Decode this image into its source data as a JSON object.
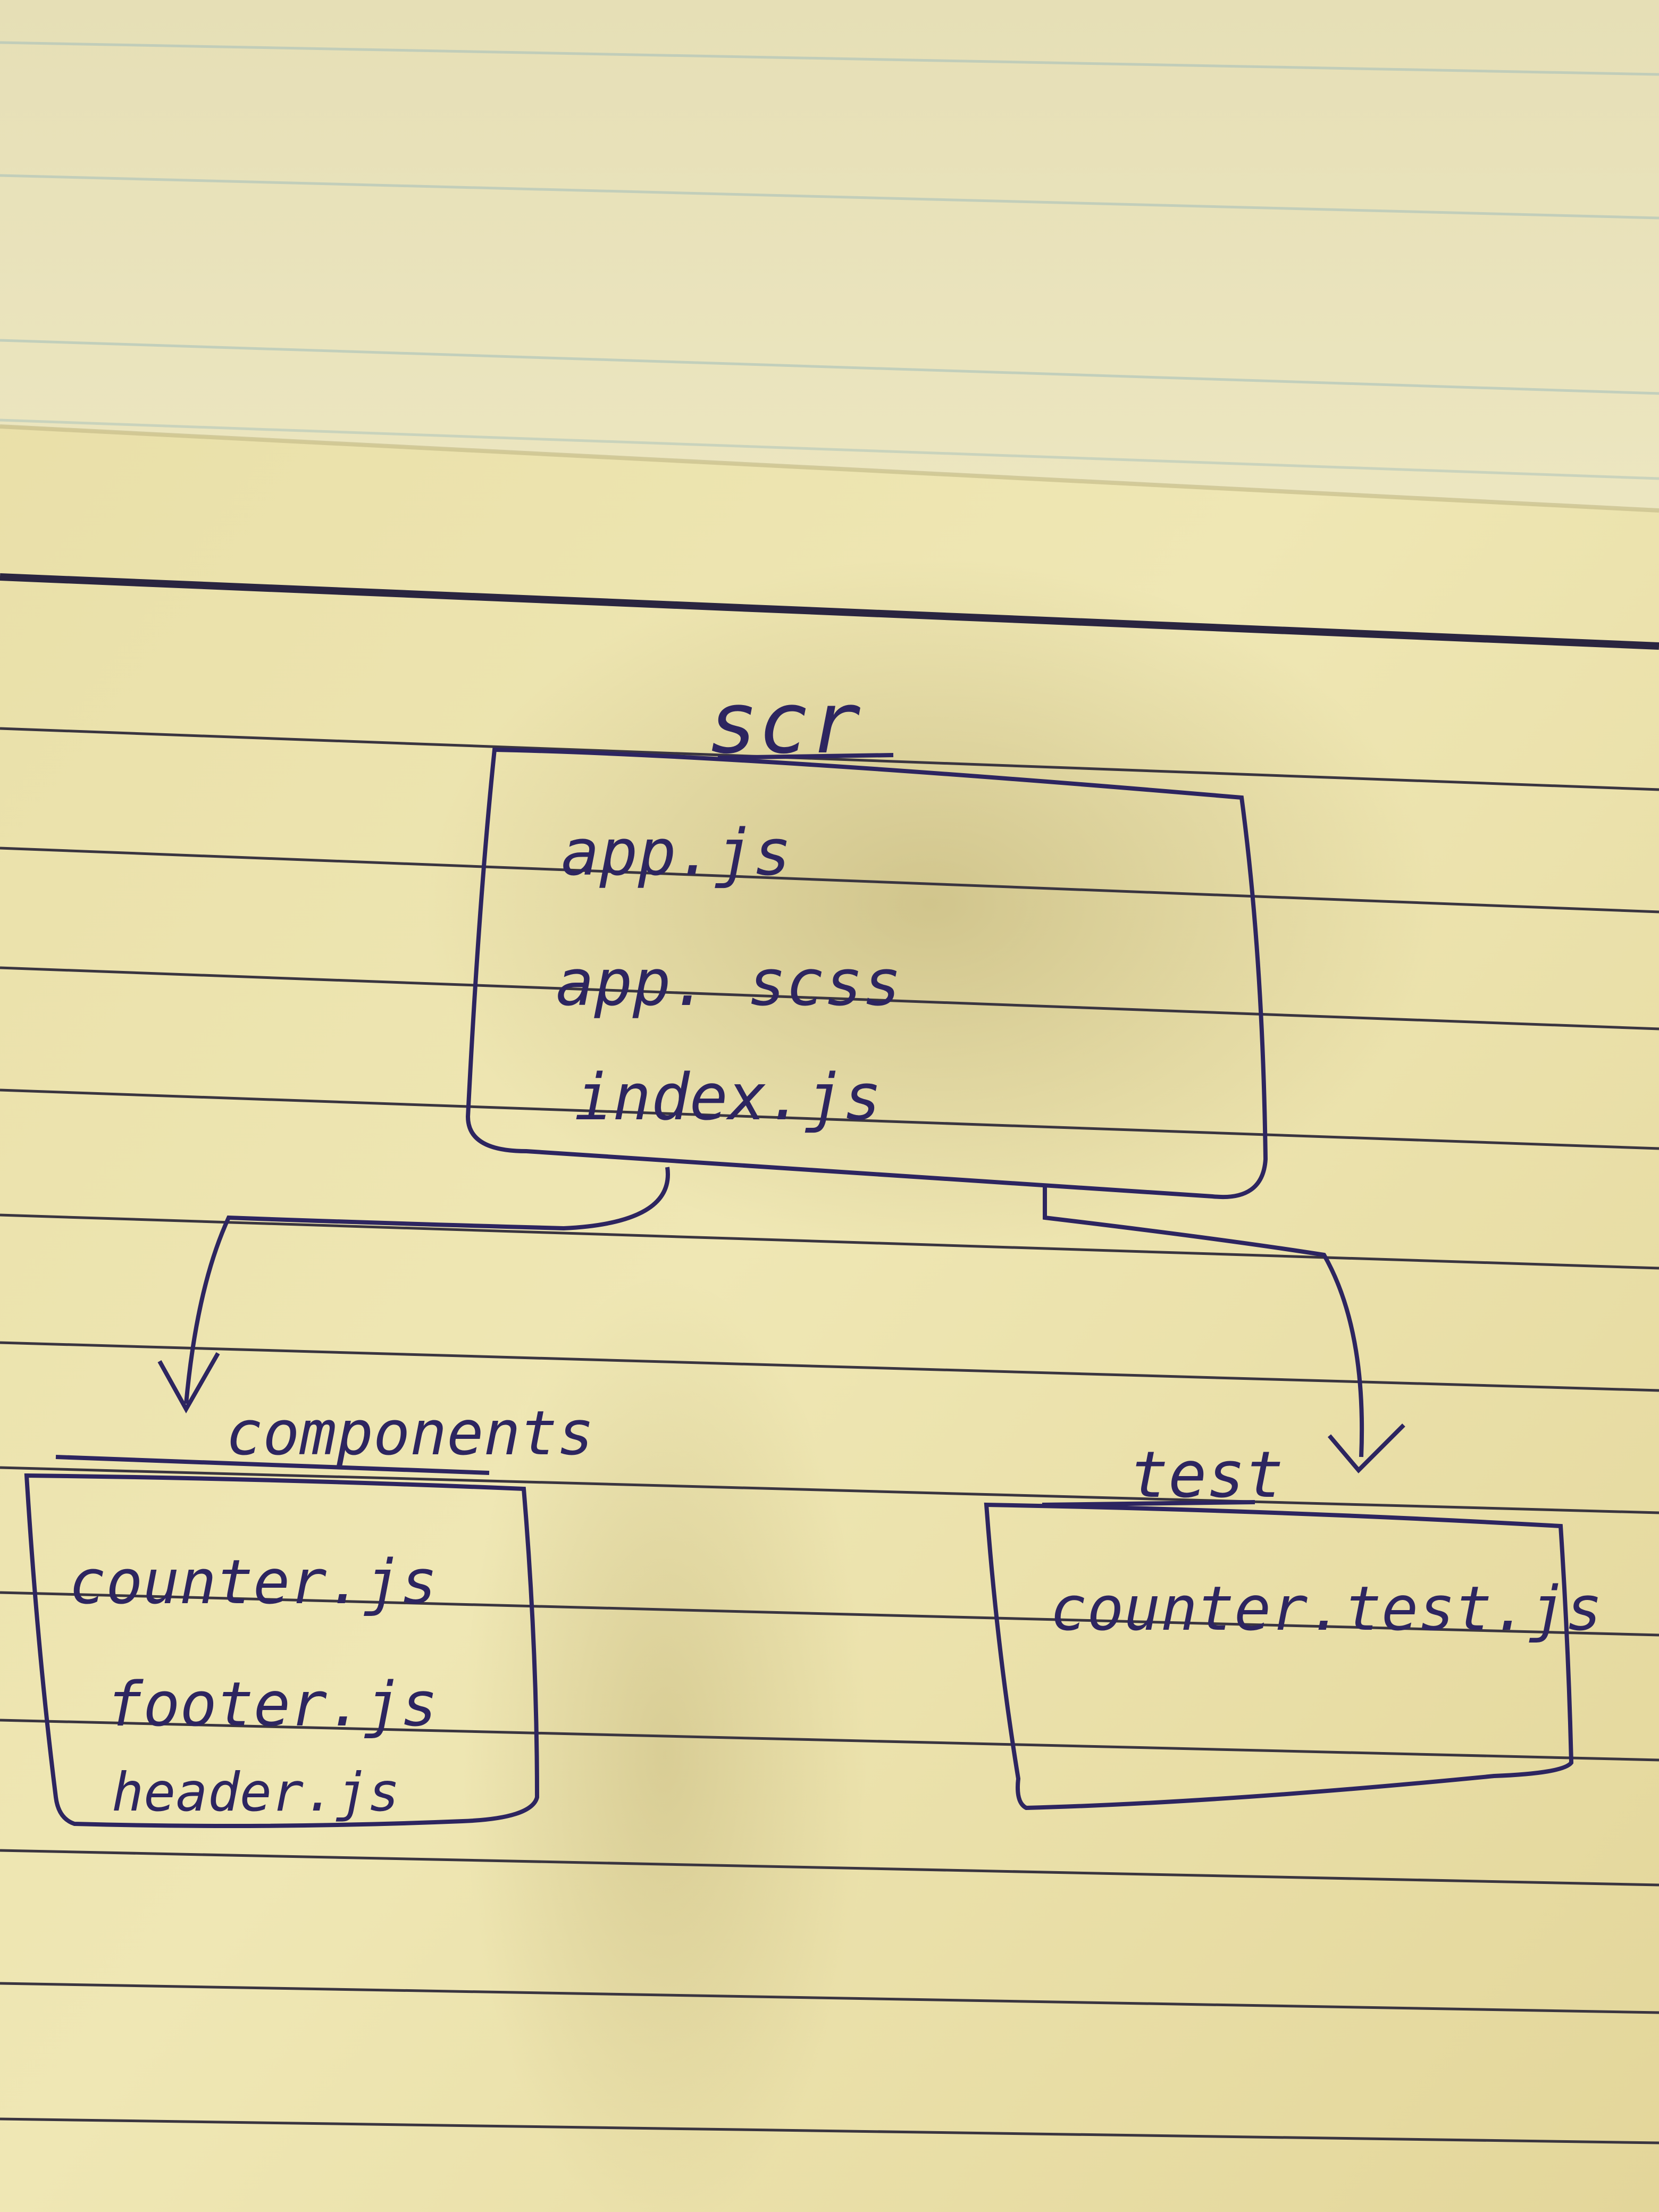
{
  "diagram": {
    "root": {
      "label": "scr",
      "files": [
        "app.js",
        "app. scss",
        "index.js"
      ]
    },
    "children": [
      {
        "label": "components",
        "files": [
          "counter.js",
          "footer.js",
          "header.js"
        ]
      },
      {
        "label": "test",
        "files": [
          "counter.test.js"
        ]
      }
    ]
  },
  "colors": {
    "paper": "#efe6b0",
    "ink": "#2d2560",
    "rule": "#3a3540"
  }
}
